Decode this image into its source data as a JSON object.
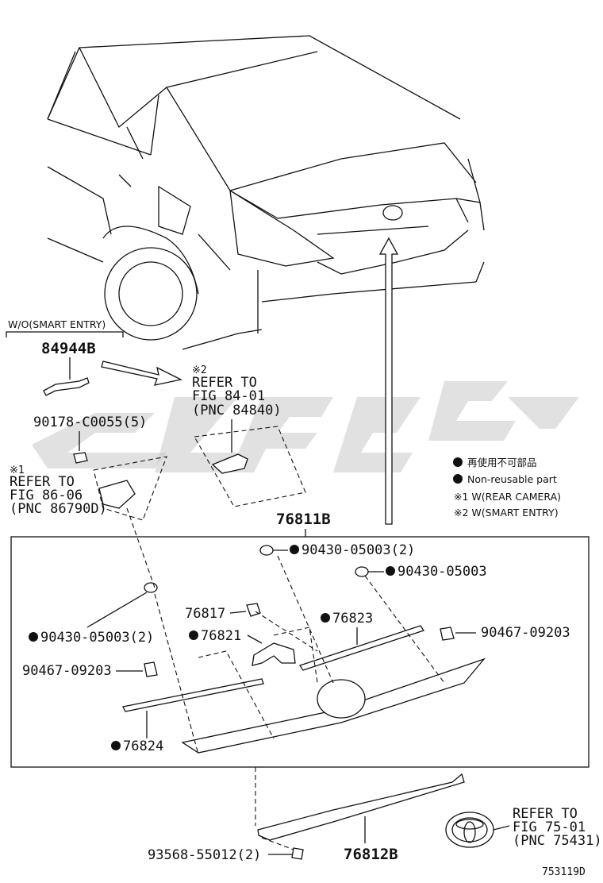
{
  "labels": {
    "wo_smart_entry": "W/O(SMART ENTRY)",
    "part_84944b": "84944B",
    "note2_mark": "※2",
    "refer_to_a": "REFER TO",
    "fig_84_01": "FIG 84-01",
    "pnc_84840": "(PNC 84840)",
    "part_90178": "90178-C0055(5)",
    "note1_mark": "※1",
    "refer_to_b": "REFER TO",
    "fig_86_06": "FIG 86-06",
    "pnc_86790d": "(PNC 86790D)",
    "part_76811b": "76811B",
    "part_90430_2_top": "90430-05003(2)",
    "part_90430_single": "90430-05003",
    "part_76817": "76817",
    "part_76823": "76823",
    "part_90467_right": "90467-09203",
    "part_90430_2_left": "90430-05003(2)",
    "part_76821": "76821",
    "part_90467_left": "90467-09203",
    "part_76824": "76824",
    "part_93568": "93568-55012(2)",
    "part_76812b": "76812B",
    "refer_to_c": "REFER TO",
    "fig_75_01": "FIG 75-01",
    "pnc_75431": "(PNC 75431)",
    "diagram_id": "753119D"
  },
  "legend": {
    "item1": "再使用不可部品",
    "item2": "Non-reusable part",
    "note1": "※1 W(REAR CAMERA)",
    "note2": "※2 W(SMART ENTRY)"
  },
  "colors": {
    "ink": "#111111",
    "watermark": "#c9c9c9",
    "background": "#ffffff"
  }
}
